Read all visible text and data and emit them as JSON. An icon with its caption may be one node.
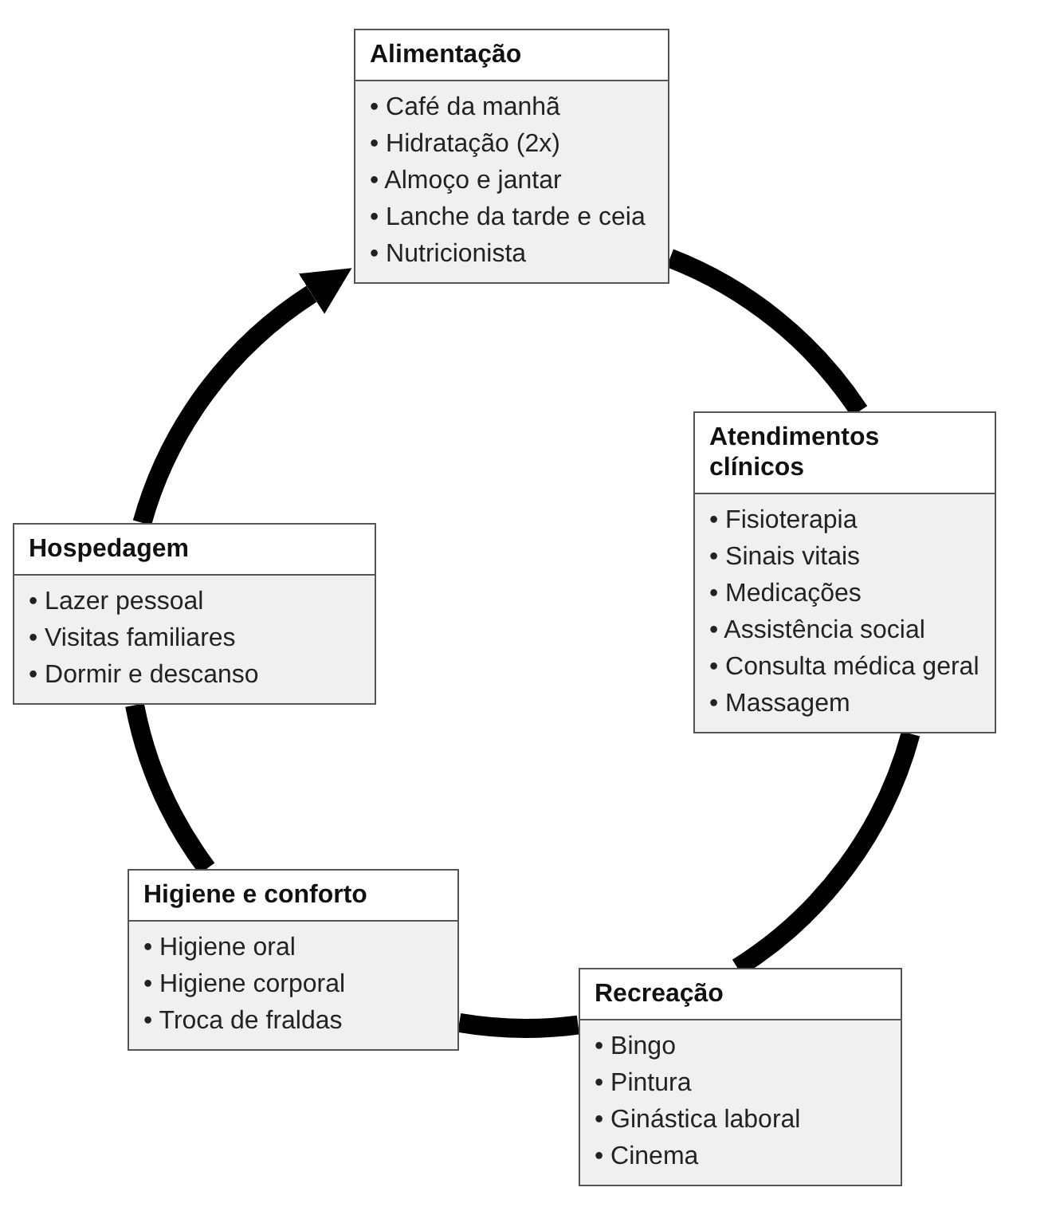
{
  "diagram": {
    "nodes": [
      {
        "text": [
          "Alimentação",
          "• Café da manhã",
          "• Hidratação (2x)",
          "• Almoço e jantar",
          "• Lanche da tarde e ceia",
          "• Nutricionista"
        ]
      },
      {
        "text": [
          "Atendimentos clínicos",
          "• Fisioterapia",
          "• Sinais vitais",
          "• Medicações",
          "• Assistência social",
          "• Consulta médica geral",
          "• Massagem"
        ]
      },
      {
        "text": [
          "Hospedagem",
          "• Lazer pessoal",
          "• Visitas familiares",
          "• Dormir e descanso"
        ]
      },
      {
        "text": [
          "Higiene e conforto",
          "• Higiene oral",
          "• Higiene corporal",
          "• Troca de fraldas"
        ]
      },
      {
        "text": [
          "Recreação",
          "• Bingo",
          "• Pintura",
          "• Ginástica laboral",
          "• Cinema"
        ]
      }
    ],
    "edges": [
      {
        "from": 0,
        "to": 1,
        "arrow": "none"
      },
      {
        "from": 1,
        "to": 4,
        "arrow": "none"
      },
      {
        "from": 4,
        "to": 3,
        "arrow": "none"
      },
      {
        "from": 3,
        "to": 2,
        "arrow": "none"
      },
      {
        "from": 2,
        "to": 0,
        "arrow": "to"
      }
    ]
  }
}
